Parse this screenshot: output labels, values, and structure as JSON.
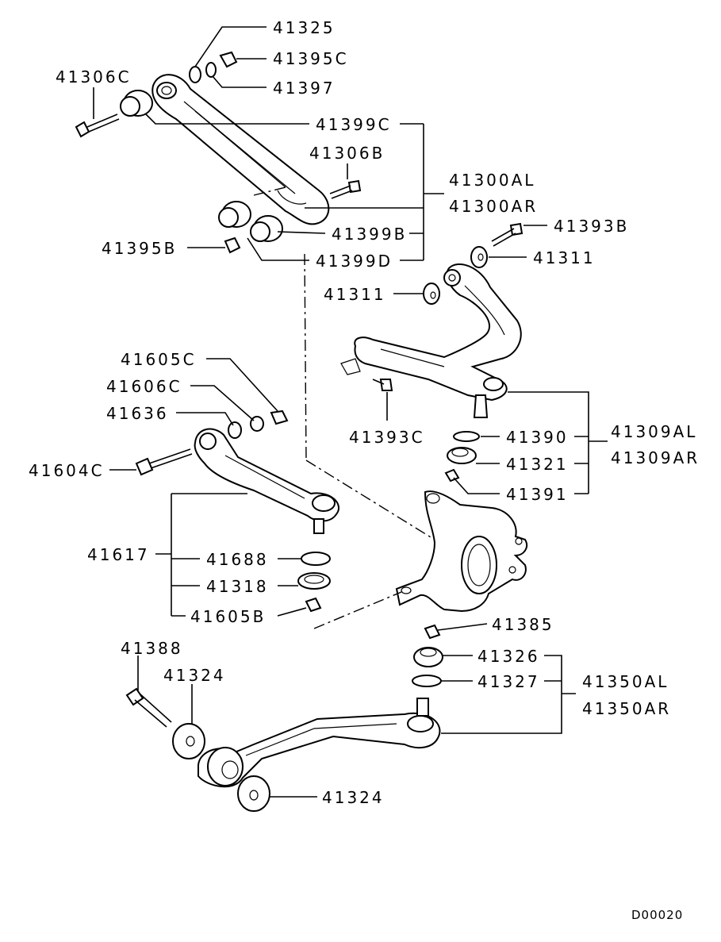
{
  "diagram": {
    "labels": {
      "p41325": "41325",
      "p41395C": "41395C",
      "p41397": "41397",
      "p41306C": "41306C",
      "p41399C": "41399C",
      "p41306B": "41306B",
      "p41300AL": "41300AL",
      "p41300AR": "41300AR",
      "p41399B": "41399B",
      "p41395B": "41395B",
      "p41399D": "41399D",
      "p41393B": "41393B",
      "p41311a": "41311",
      "p41311b": "41311",
      "p41605C": "41605C",
      "p41606C": "41606C",
      "p41636": "41636",
      "p41393C": "41393C",
      "p41390": "41390",
      "p41309AL": "41309AL",
      "p41309AR": "41309AR",
      "p41321": "41321",
      "p41604C": "41604C",
      "p41391": "41391",
      "p41617": "41617",
      "p41688": "41688",
      "p41318": "41318",
      "p41605B": "41605B",
      "p41385": "41385",
      "p41388": "41388",
      "p41326": "41326",
      "p41324a": "41324",
      "p41327": "41327",
      "p41350AL": "41350AL",
      "p41350AR": "41350AR",
      "p41324b": "41324"
    },
    "footer_code": "D00020"
  }
}
